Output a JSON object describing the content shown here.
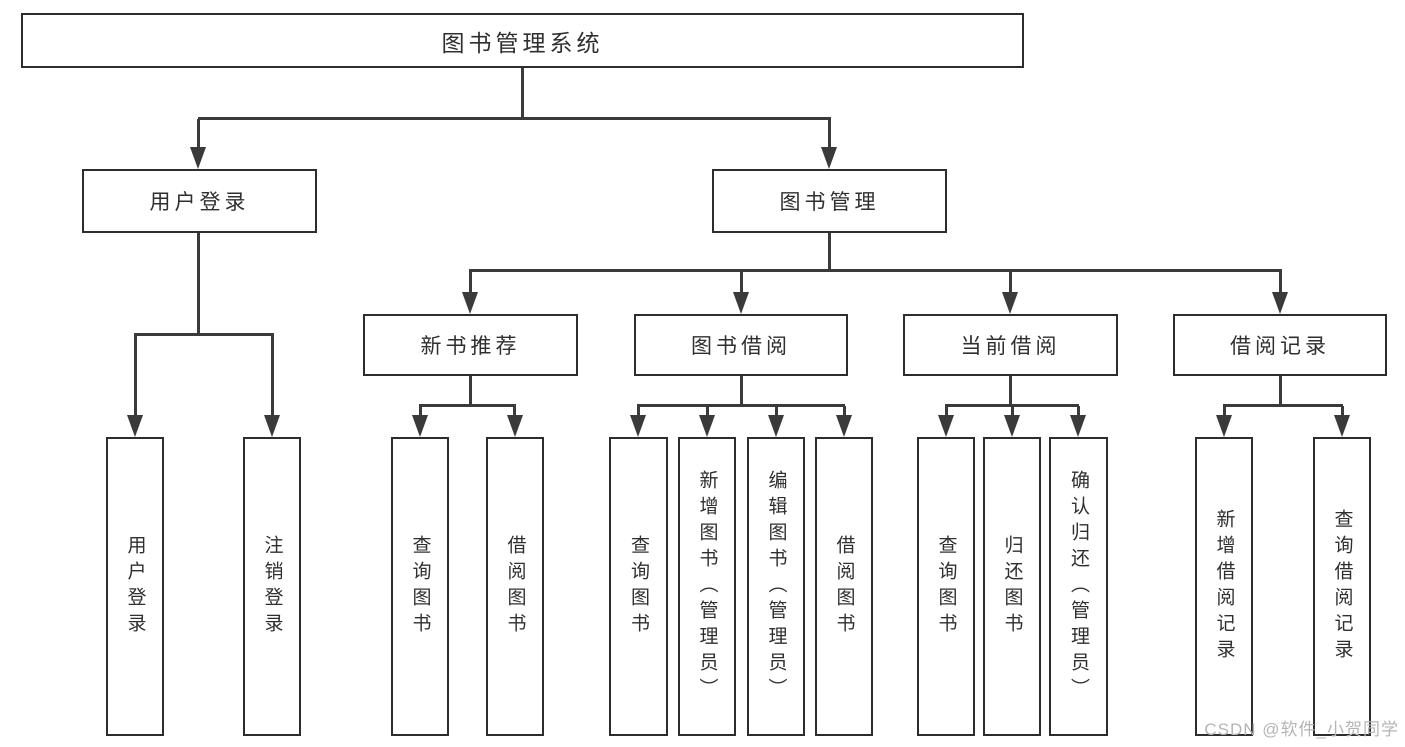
{
  "diagram": {
    "title": "图书管理系统",
    "root": "图书管理系统",
    "level1": [
      "用户登录",
      "图书管理"
    ],
    "level2": [
      "新书推荐",
      "图书借阅",
      "当前借阅",
      "借阅记录"
    ],
    "leaves": {
      "user_login": [
        "用户登录",
        "注销登录"
      ],
      "new_books": [
        "查询图书",
        "借阅图书"
      ],
      "book_borrow": [
        "查询图书",
        "新增图书（管理员）",
        "编辑图书（管理员）",
        "借阅图书"
      ],
      "current_borrow": [
        "查询图书",
        "归还图书",
        "确认归还（管理员）"
      ],
      "borrow_records": [
        "新增借阅记录",
        "查询借阅记录"
      ]
    },
    "watermark": "CSDN @软件_小贺同学",
    "colors": {
      "background": "#ffffff",
      "border": "#2d2d2d",
      "line": "#3a3a3a",
      "text": "#2f2f2f",
      "watermark": "#b5b5b5"
    }
  }
}
